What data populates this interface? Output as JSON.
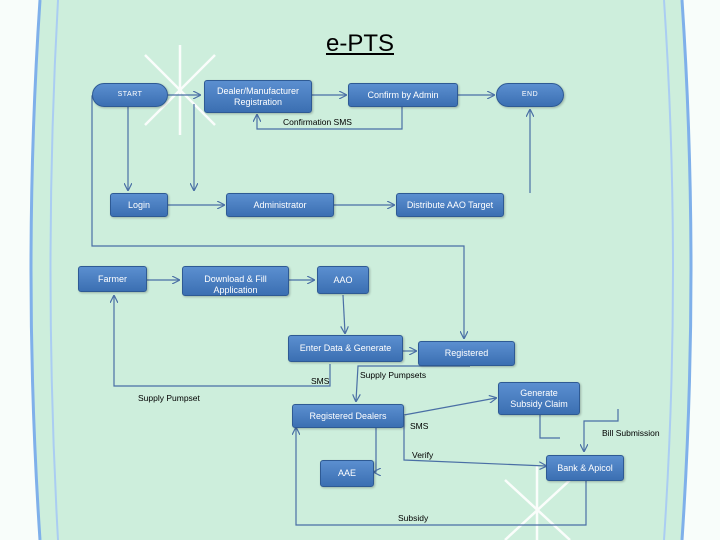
{
  "title": "e-PTS",
  "nodes": {
    "start": "START",
    "dealer_registration": "Dealer/Manufacturer Registration",
    "confirm_admin": "Confirm by Admin",
    "end": "END",
    "login": "Login",
    "administrator": "Administrator",
    "distribute_target": "Distribute AAO Target",
    "farmer": "Farmer",
    "download_fill": "Download & Fill Application",
    "aao": "AAO",
    "enter_data": "Enter Data & Generate",
    "registered": "Registered",
    "generate_claim": "Generate Subsidy Claim",
    "registered_dealers": "Registered Dealers",
    "aae": "AAE",
    "bank_apicol": "Bank & Apicol"
  },
  "labels": {
    "confirmation_sms": "Confirmation SMS",
    "sms_1": "SMS",
    "supply_pumpsets": "Supply Pumpsets",
    "supply_pumpset": "Supply Pumpset",
    "sms_2": "SMS",
    "bill_submission": "Bill Submission",
    "verify": "Verify",
    "subsidy": "Subsidy"
  }
}
